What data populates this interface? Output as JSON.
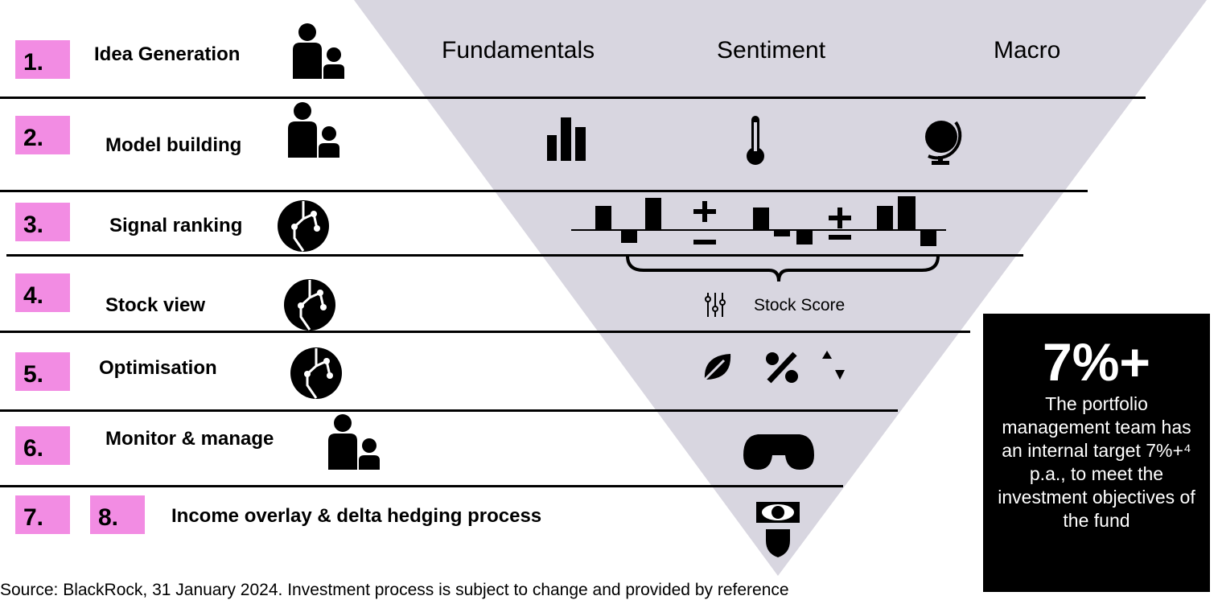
{
  "steps": [
    {
      "number": "1.",
      "label": "Idea Generation",
      "icon": "people-icon"
    },
    {
      "number": "2.",
      "label": "Model building",
      "icon": "people-icon"
    },
    {
      "number": "3.",
      "label": "Signal ranking",
      "icon": "ai-circuit-icon"
    },
    {
      "number": "4.",
      "label": "Stock view",
      "icon": "ai-circuit-icon"
    },
    {
      "number": "5.",
      "label": "Optimisation",
      "icon": "ai-circuit-icon"
    },
    {
      "number": "6.",
      "label": "Monitor & manage",
      "icon": "people-icon"
    },
    {
      "number": "7.",
      "number_b": "8.",
      "label": "Income overlay & delta hedging process"
    }
  ],
  "columns": [
    "Fundamentals",
    "Sentiment",
    "Macro"
  ],
  "column_icons": [
    "bar-chart-icon",
    "thermometer-icon",
    "globe-icon"
  ],
  "stock_score": {
    "label": "Stock Score",
    "icon": "sliders-icon"
  },
  "optimisation_icons": [
    "leaf-icon",
    "percent-icon",
    "up-down-arrows-icon"
  ],
  "monitor_icon": "binoculars-icon",
  "overlay_icons": [
    "eye-icon",
    "shield-icon"
  ],
  "target": {
    "value": "7%+",
    "text": "The portfolio management team has an internal target 7%+⁴ p.a., to meet the investment objectives of the fund"
  },
  "source_text": "Source: BlackRock, 31 January 2024. Investment process is subject to change and provided by reference",
  "colors": {
    "accent_pink": "#f28ce3",
    "funnel_grey": "#d8d6e0",
    "black": "#000000"
  }
}
